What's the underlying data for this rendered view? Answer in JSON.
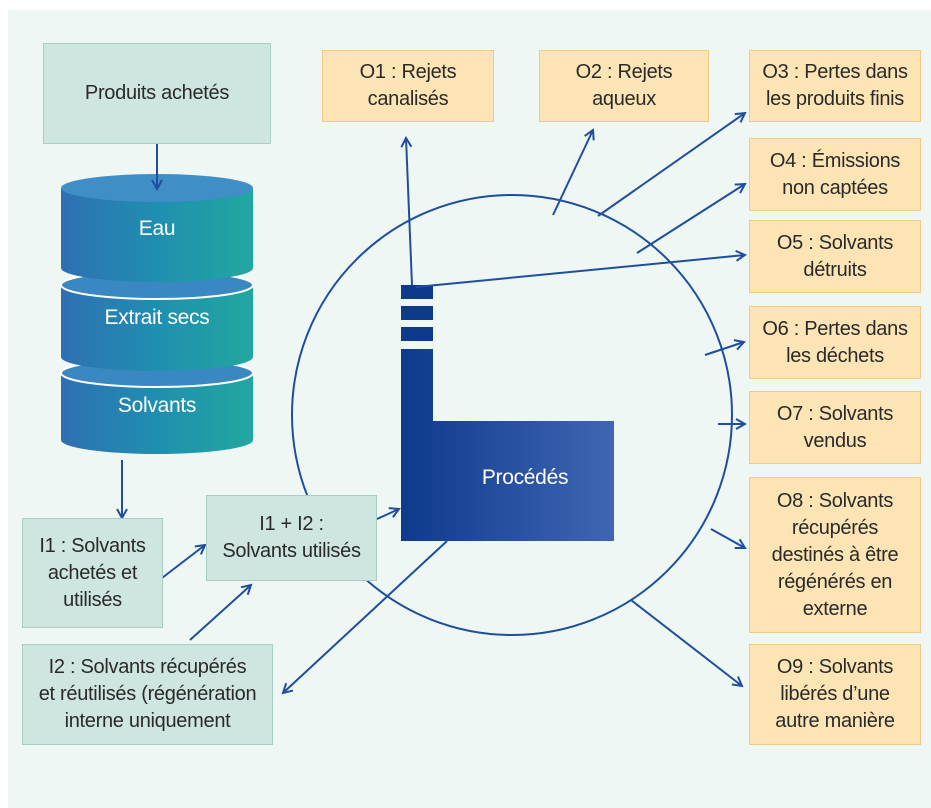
{
  "colors": {
    "background": "#eef7f4",
    "green_box": "#cfe6e0",
    "orange_box": "#fde4b5",
    "arrow": "#1f4e9c",
    "process": "#23479a"
  },
  "stock": {
    "purchased": "Produits achetés",
    "layers": [
      "Eau",
      "Extrait secs",
      "Solvants"
    ]
  },
  "inputs": {
    "i1": "I1 : Solvants\nachetés et\nutilisés",
    "i1_i2": "I1 + I2 :\nSolvants utilisés",
    "i2": "I2 : Solvants récupérés\net réutilisés (régénération\ninterne uniquement"
  },
  "process": {
    "label": "Procédés"
  },
  "outputs": [
    "O1 : Rejets\ncanalisés",
    "O2 : Rejets\naqueux",
    "O3 : Pertes dans\nles produits finis",
    "O4 : Émissions\nnon captées",
    "O5 : Solvants\ndétruits",
    "O6 : Pertes dans\nles déchets",
    "O7 : Solvants\nvendus",
    "O8 : Solvants\nrécupérés\ndestinés à être\nrégénérés en\nexterne",
    "O9 : Solvants\nlibérés d’une\nautre manière"
  ]
}
